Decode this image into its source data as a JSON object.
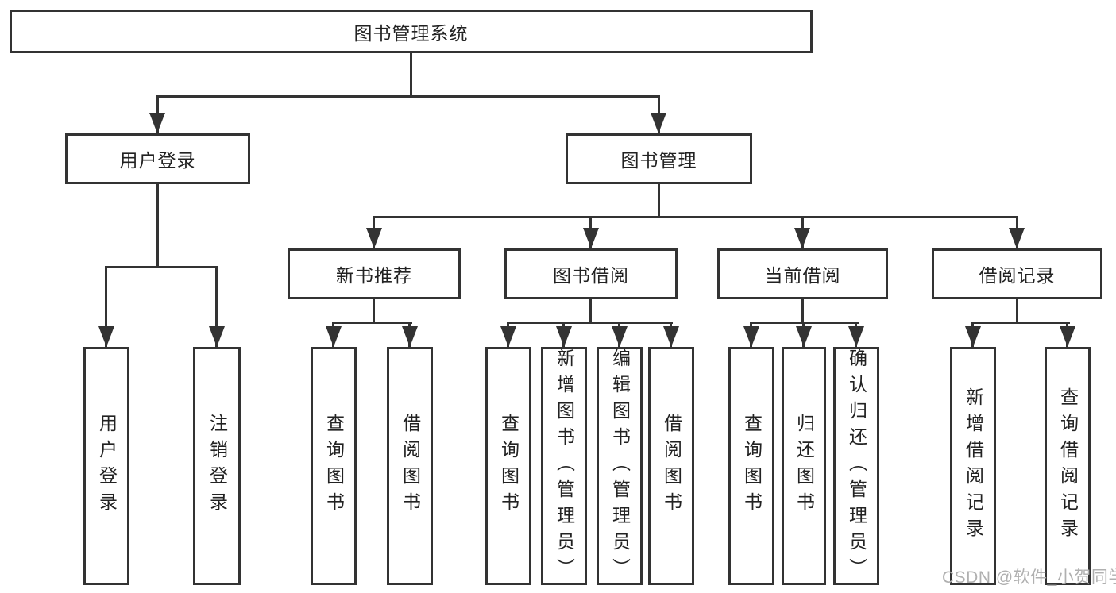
{
  "title": "图书管理系统",
  "colors": {
    "line": "#333333",
    "text": "#222222",
    "bg": "#ffffff",
    "watermark": "#b0b0b0"
  },
  "nodes": {
    "root": "图书管理系统",
    "user_login": "用户登录",
    "book_mgmt": "图书管理",
    "new_book_rec": "新书推荐",
    "book_borrow": "图书借阅",
    "current_borrow": "当前借阅",
    "borrow_record": "借阅记录",
    "user_login_leaf": "用户登录",
    "logout": "注销登录",
    "query_book_1": "查询图书",
    "borrow_book_1": "借阅图书",
    "query_book_2": "查询图书",
    "add_book": "新增图书（管理员）",
    "edit_book": "编辑图书（管理员）",
    "borrow_book_2": "借阅图书",
    "query_book_3": "查询图书",
    "return_book": "归还图书",
    "confirm_return": "确认归还（管理员）",
    "add_borrow_record": "新增借阅记录",
    "query_borrow_record": "查询借阅记录"
  },
  "structure": {
    "图书管理系统": {
      "用户登录": [
        "用户登录",
        "注销登录"
      ],
      "图书管理": {
        "新书推荐": [
          "查询图书",
          "借阅图书"
        ],
        "图书借阅": [
          "查询图书",
          "新增图书（管理员）",
          "编辑图书（管理员）",
          "借阅图书"
        ],
        "当前借阅": [
          "查询图书",
          "归还图书",
          "确认归还（管理员）"
        ],
        "借阅记录": [
          "新增借阅记录",
          "查询借阅记录"
        ]
      }
    }
  },
  "watermark": "CSDN @软件_小贺同学"
}
